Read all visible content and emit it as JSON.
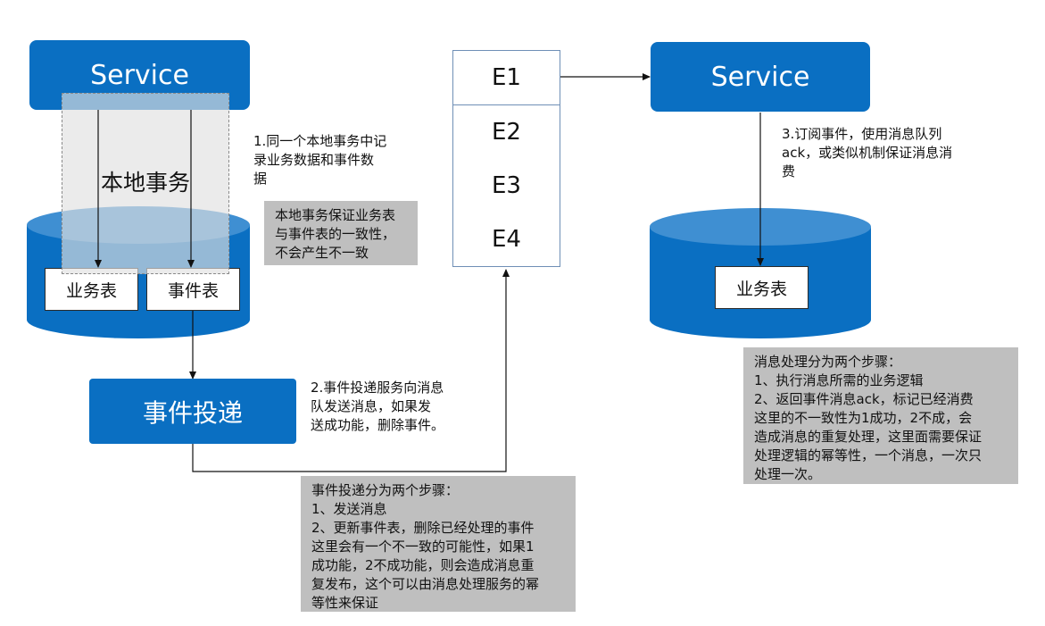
{
  "left": {
    "service_label": "Service",
    "transaction_label": "本地事务",
    "table_business": "业务表",
    "table_event": "事件表",
    "delivery_label": "事件投递"
  },
  "right": {
    "service_label": "Service",
    "table_business": "业务表"
  },
  "queue": {
    "items": [
      "E1",
      "E2",
      "E3",
      "E4"
    ]
  },
  "notes": {
    "step1": "1.同一个本地事务中记\n录业务数据和事件数\n据",
    "local_tx_box": "本地事务保证业务表\n与事件表的一致性，\n不会产生不一致",
    "step2": "2.事件投递服务向消息\n队发送消息，如果发\n送成功能，删除事件。",
    "delivery_box": "事件投递分为两个步骤：\n1、发送消息\n2、更新事件表，删除已经处理的事件\n这里会有一个不一致的可能性，如果1\n成功能，2不成功能，则会造成消息重\n复发布，这个可以由消息处理服务的幂\n等性来保证",
    "step3": "3.订阅事件，使用消息队列\nack，或类似机制保证消息消\n费",
    "consume_box": "消息处理分为两个步骤：\n1、执行消息所需的业务逻辑\n2、返回事件消息ack，标记已经消费\n这里的不一致性为1成功，2不成，会\n造成消息的重复处理，这里面需要保证\n处理逻辑的幂等性，一个消息，一次只\n处理一次。"
  },
  "colors": {
    "service_blue": "#0a6fc2",
    "note_gray": "#bfbfbf",
    "transaction_overlay": "rgba(225,225,225,0.65)"
  }
}
